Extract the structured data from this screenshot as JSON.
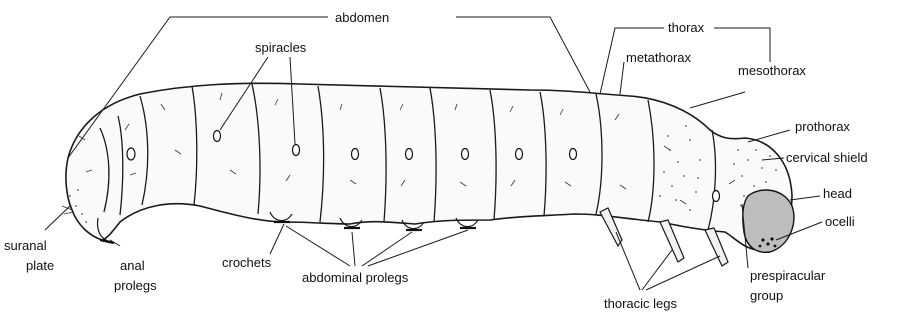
{
  "labels": {
    "abdomen": "abdomen",
    "thorax": "thorax",
    "spiracles": "spiracles",
    "metathorax": "metathorax",
    "mesothorax": "mesothorax",
    "prothorax": "prothorax",
    "cervical_shield": "cervical shield",
    "head": "head",
    "ocelli": "ocelli",
    "prespiracular_line1": "prespiracular",
    "prespiracular_line2": "group",
    "thoracic_legs": "thoracic legs",
    "abdominal_prolegs": "abdominal prolegs",
    "crochets": "crochets",
    "anal_line1": "anal",
    "anal_line2": "prolegs",
    "suranal_line1": "suranal",
    "suranal_line2": "plate"
  }
}
